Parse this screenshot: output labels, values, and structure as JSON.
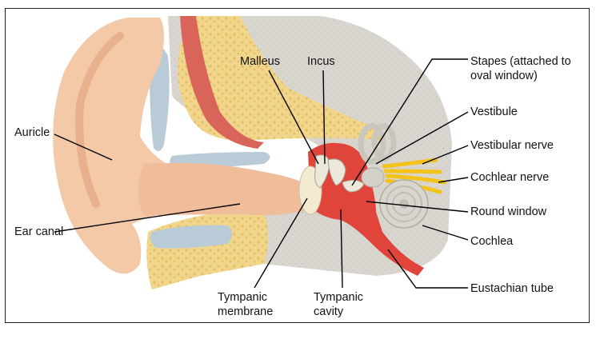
{
  "labels": {
    "malleus": "Malleus",
    "incus": "Incus",
    "stapes": "Stapes (attached to\noval window)",
    "vestibule": "Vestibule",
    "vestibular_nerve": "Vestibular nerve",
    "cochlear_nerve": "Cochlear nerve",
    "round_window": "Round window",
    "cochlea": "Cochlea",
    "eustachian_tube": "Eustachian tube",
    "auricle": "Auricle",
    "ear_canal": "Ear canal",
    "tympanic_membrane": "Tympanic\nmembrane",
    "tympanic_cavity": "Tympanic\ncavity"
  },
  "colors": {
    "skin": "#f3c9a8",
    "skin_shadow": "#e8b08c",
    "bone": "#d9d6cf",
    "bone_spongy": "#f0d58a",
    "cartilage": "#b9cbd6",
    "middle_ear_red": "#e0443a",
    "muscle": "#d9655a",
    "membrane": "#f3ead2",
    "ossicle": "#ece8dc",
    "nerve": "#f5c21a",
    "leader_line": "#000000"
  }
}
